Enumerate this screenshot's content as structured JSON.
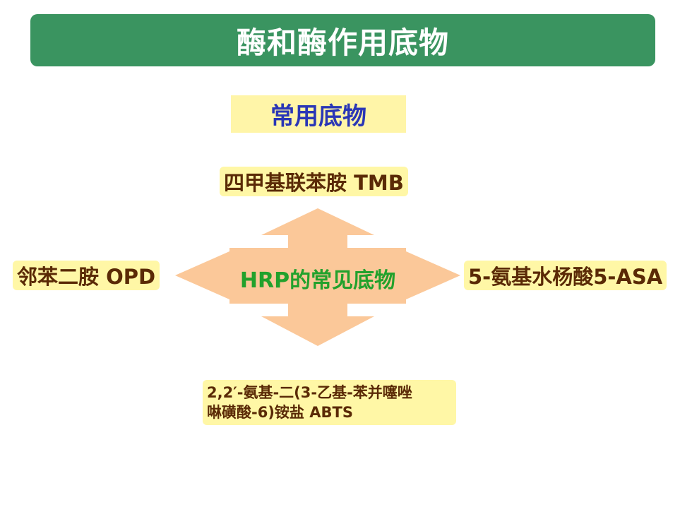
{
  "header": {
    "title": "酶和酶作用底物"
  },
  "subtitle": "常用底物",
  "diagram": {
    "center": "HRP的常见底物",
    "top": "四甲基联苯胺 TMB",
    "left": "邻苯二胺 OPD",
    "right": "5-氨基水杨酸5-ASA",
    "bottom_line1": "2,2′-氨基-二(3-乙基-苯并噻唑",
    "bottom_line2": "啉磺酸-6)铵盐 ABTS",
    "colors": {
      "arrow": "#fbc899",
      "label_bg": "#fff7a6",
      "label_text": "#5a2a06",
      "center_text": "#22a12c",
      "title_bg": "#3a9460",
      "subtitle_text": "#2a36b6"
    }
  }
}
